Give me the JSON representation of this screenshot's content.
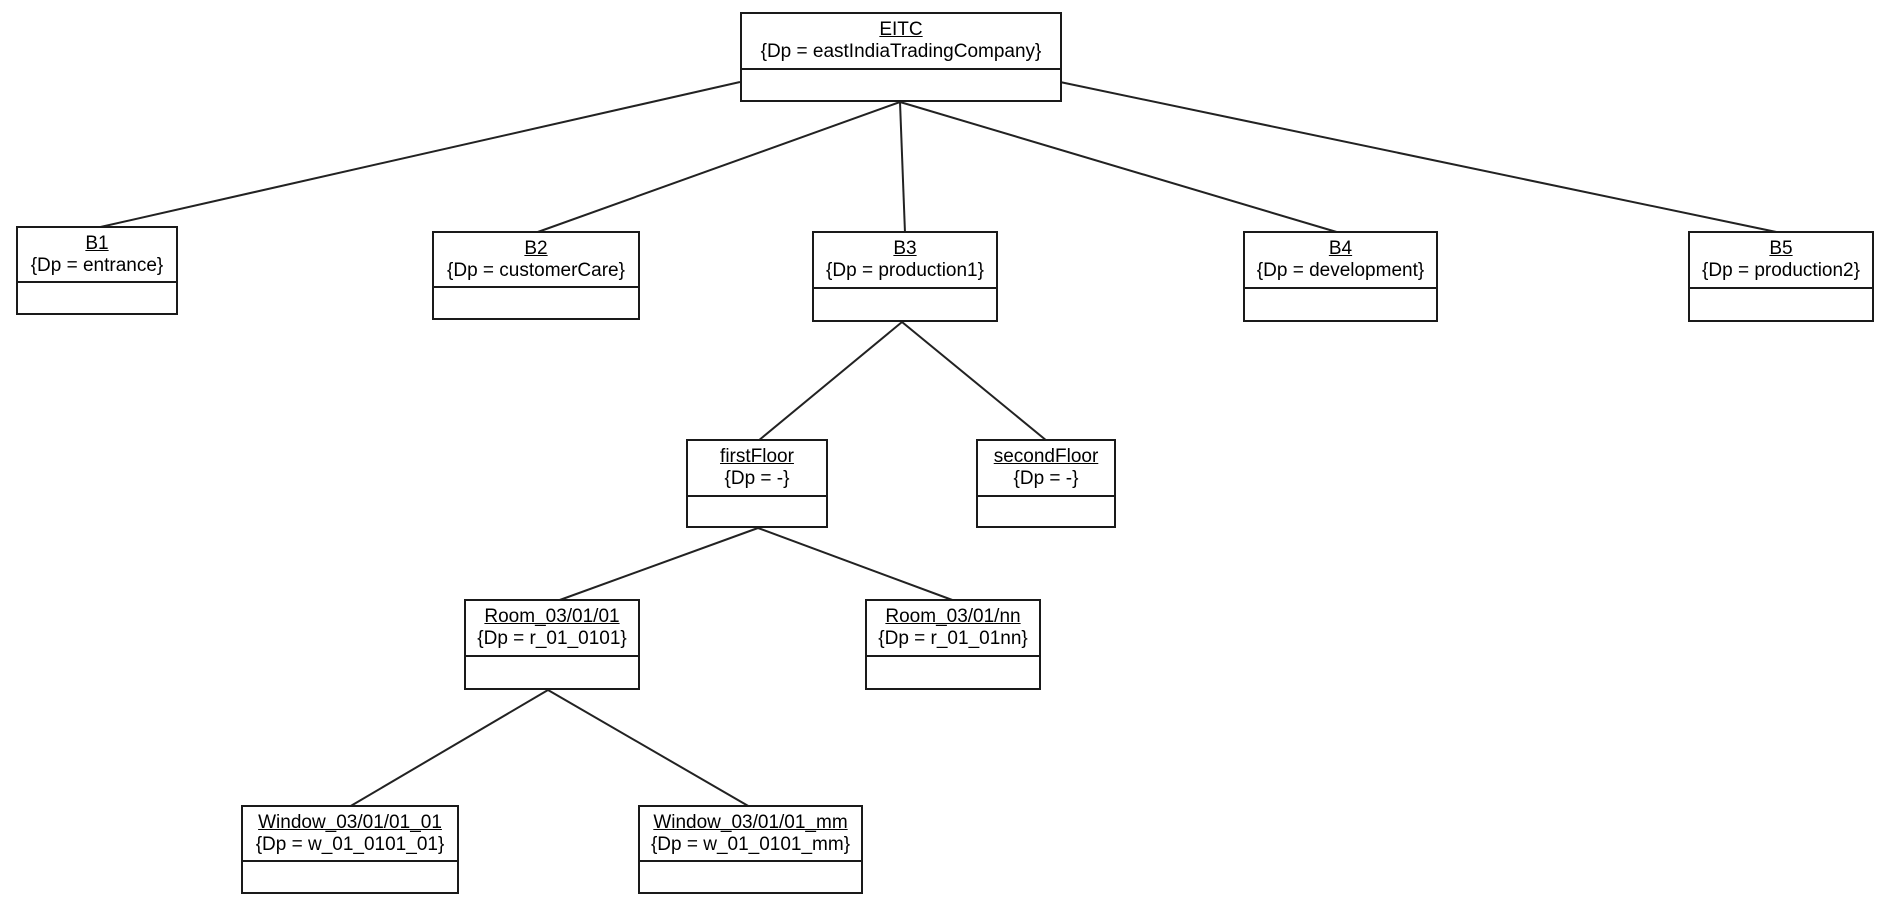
{
  "nodes": {
    "eitc": {
      "name": "EITC",
      "dp": "{Dp = eastIndiaTradingCompany}"
    },
    "b1": {
      "name": "B1",
      "dp": "{Dp = entrance}"
    },
    "b2": {
      "name": "B2",
      "dp": "{Dp = customerCare}"
    },
    "b3": {
      "name": "B3",
      "dp": "{Dp = production1}"
    },
    "b4": {
      "name": "B4",
      "dp": "{Dp = development}"
    },
    "b5": {
      "name": "B5",
      "dp": "{Dp = production2}"
    },
    "first": {
      "name": "firstFloor",
      "dp": "{Dp = -}"
    },
    "second": {
      "name": "secondFloor",
      "dp": "{Dp = -}"
    },
    "room1": {
      "name": "Room_03/01/01",
      "dp": "{Dp = r_01_0101}"
    },
    "roomn": {
      "name": "Room_03/01/nn",
      "dp": "{Dp = r_01_01nn}"
    },
    "win1": {
      "name": "Window_03/01/01_01",
      "dp": "{Dp = w_01_0101_01}"
    },
    "winm": {
      "name": "Window_03/01/01_mm",
      "dp": "{Dp = w_01_0101_mm}"
    }
  },
  "edges": [
    [
      "eitc",
      "b1"
    ],
    [
      "eitc",
      "b2"
    ],
    [
      "eitc",
      "b3"
    ],
    [
      "eitc",
      "b4"
    ],
    [
      "eitc",
      "b5"
    ],
    [
      "b3",
      "first"
    ],
    [
      "b3",
      "second"
    ],
    [
      "first",
      "room1"
    ],
    [
      "first",
      "roomn"
    ],
    [
      "room1",
      "win1"
    ],
    [
      "room1",
      "winm"
    ]
  ]
}
